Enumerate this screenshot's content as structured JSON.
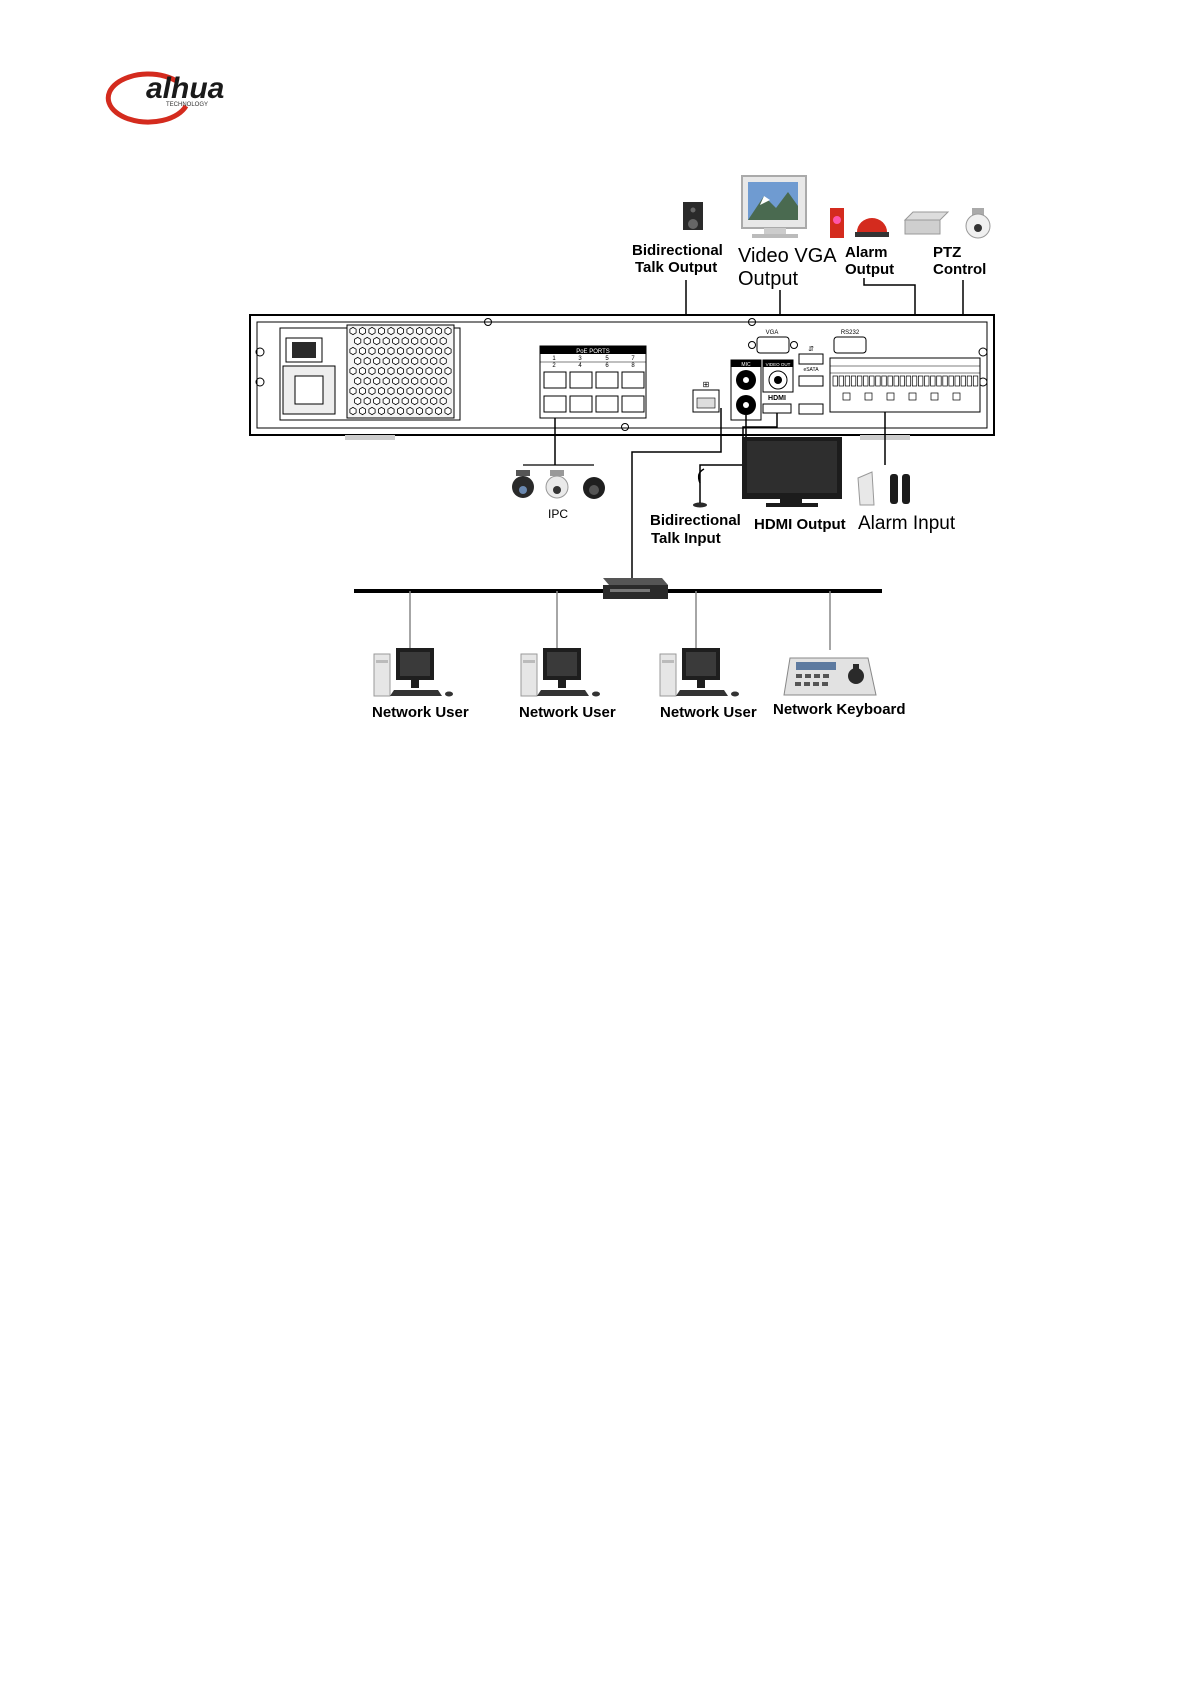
{
  "header": {
    "logo_text": "alhua",
    "logo_subtext": "TECHNOLOGY"
  },
  "diagram": {
    "panel_labels": {
      "poe_ports": "PoE PORTS",
      "poe_numbers_top": [
        "1",
        "3",
        "5",
        "7"
      ],
      "poe_numbers_bottom": [
        "2",
        "4",
        "6",
        "8"
      ],
      "vga": "VGA",
      "rs232": "RS232",
      "mic": "MIC",
      "video_out": "VIDEO OUT",
      "esata": "eSATA",
      "hdmi": "HDMI"
    },
    "labels": {
      "talk_output_line1": "Bidirectional",
      "talk_output_line2": "Talk Output",
      "vga_output_line1": "Video VGA",
      "vga_output_line2": "Output",
      "alarm_output_line1": "Alarm",
      "alarm_output_line2": "Output",
      "ptz_line1": "PTZ",
      "ptz_line2": "Control",
      "ipc": "IPC",
      "talk_input_line1": "Bidirectional",
      "talk_input_line2": "Talk Input",
      "hdmi_output": "HDMI Output",
      "alarm_input": "Alarm Input",
      "network_user_1": "Network User",
      "network_user_2": "Network User",
      "network_user_3": "Network User",
      "network_keyboard": "Network Keyboard"
    }
  },
  "colors": {
    "brand_red": "#d42b1e",
    "line": "#000000",
    "panel_fill": "#ffffff",
    "screen_blue": "#5b86b8",
    "device_dark": "#2a2a2a"
  }
}
